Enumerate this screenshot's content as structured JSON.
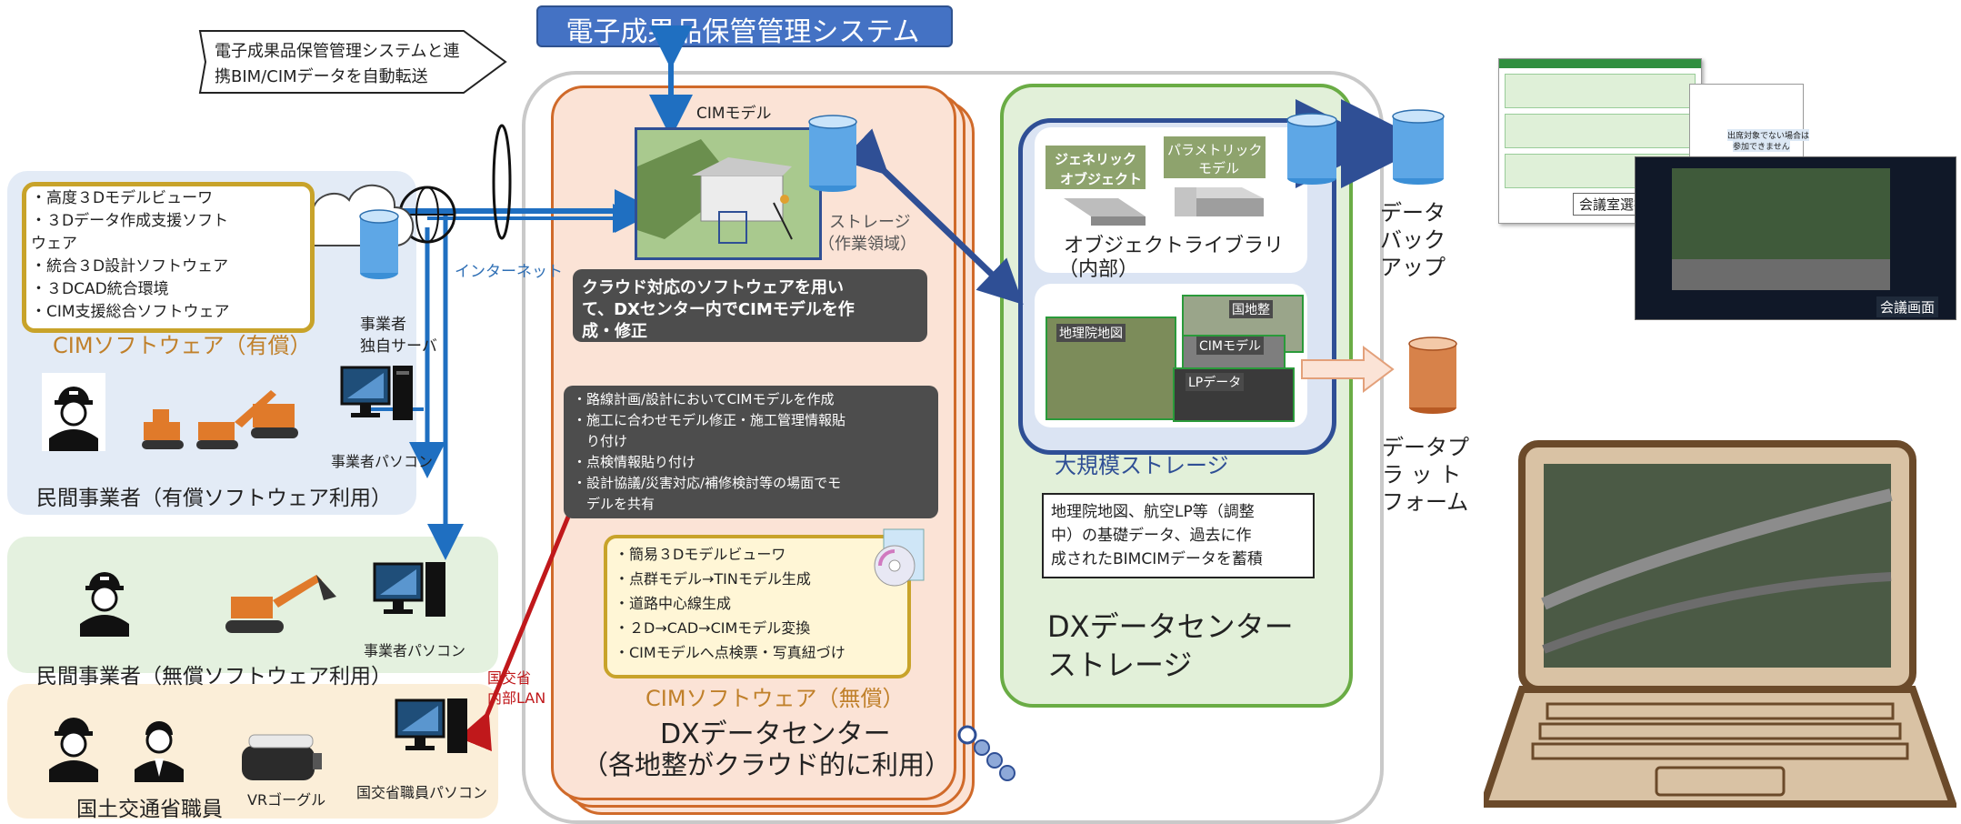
{
  "title": "電子成果品保管管理システム",
  "callout_transfer": [
    "電子成果品保管管理システムと連",
    "携BIM/CIMデータを自動転送"
  ],
  "paid_software": {
    "items": [
      "・高度３Dモデルビューワ",
      "・３Dデータ作成支援ソフト",
      "ウェア",
      "・統合３D設計ソフトウェア",
      "・３DCAD統合環境",
      "・CIM支援総合ソフトウェア"
    ],
    "label": "CIMソフトウェア（有償）"
  },
  "operator_server": [
    "事業者",
    "独自サーバ"
  ],
  "internet_label": "インターネット",
  "operator_pc_label": "事業者パソコン",
  "group_paid": "民間事業者（有償ソフトウェア利用）",
  "group_free": "民間事業者（無償ソフトウェア利用）",
  "group_mlit": "国土交通省職員",
  "operator_pc_label2": "事業者パソコン",
  "vr_label": "VRゴーグル",
  "mlit_pc_label": "国交省職員パソコン",
  "mlit_lan": [
    "国交省",
    "内部LAN"
  ],
  "cim_model_label": "CIMモデル",
  "storage_work": [
    "ストレージ",
    "（作業領域）"
  ],
  "cloud_box": [
    "クラウド対応のソフトウェアを用い",
    "て、DXセンター内でCIMモデルを作",
    "成・修正"
  ],
  "use_cases": [
    "・路線計画/設計においてCIMモデルを作成",
    "・施工に合わせモデル修正・施工管理情報貼",
    "　り付け",
    "・点検情報貼り付け",
    "・設計協議/災害対応/補修検討等の場面でモ",
    "　デルを共有"
  ],
  "free_software": {
    "items": [
      "・簡易３Dモデルビューワ",
      "・点群モデル→TINモデル生成",
      "・道路中心線生成",
      "・２D→CAD→CIMモデル変換",
      "・CIMモデルへ点検票・写真紐づけ"
    ],
    "label": "CIMソフトウェア（無償）"
  },
  "dx_center": [
    "DXデータセンター",
    "（各地整がクラウド的に利用）"
  ],
  "library": {
    "generic": [
      "ジェネリック",
      "オブジェクト"
    ],
    "parametric": [
      "パラメトリック",
      "モデル"
    ],
    "label": [
      "オブジェクトライブラリ",
      "（内部）"
    ]
  },
  "map_tags": [
    "地理院地図",
    "国地整",
    "CIMモデル",
    "LPデータ"
  ],
  "large_storage": "大規模ストレージ",
  "storage_note": [
    "地理院地図、航空LP等（調整",
    "中）の基礎データ、過去に作",
    "成されたBIMCIMデータを蓄積"
  ],
  "dx_storage": [
    "DXデータセンター",
    "ストレージ"
  ],
  "backup": [
    "データ",
    "バック",
    "アップ"
  ],
  "data_platform": [
    "データプ",
    "ラ ッ ト",
    "フォーム"
  ],
  "screen_room_select": "会議室選択画面",
  "screen_meeting": "会議画面",
  "screen_notice": [
    "出席対象でない場合は",
    "参加できません"
  ],
  "colors": {
    "blue_arrow": "#1f6fc1",
    "red_arrow": "#c0181b",
    "orange_border": "#d06a2a",
    "green_border": "#6aac45",
    "navy_border": "#2f4f95",
    "title_bg": "#4472c4"
  }
}
